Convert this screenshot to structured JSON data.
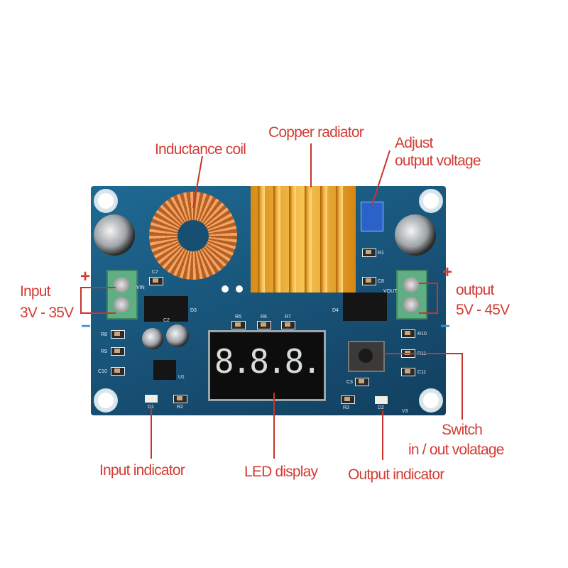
{
  "annotations": {
    "inductance_coil": "Inductance coil",
    "copper_radiator": "Copper radiator",
    "adjust_line1": "Adjust",
    "adjust_line2": "output voltage",
    "input_line1": "Input",
    "input_line2": "3V - 35V",
    "output_line1": "output",
    "output_line2": "5V - 45V",
    "switch_line1": "Switch",
    "switch_line2": "in / out volatage",
    "input_indicator": "Input indicator",
    "led_display": "LED display",
    "output_indicator": "Output indicator",
    "plus": "+",
    "minus": "−"
  },
  "board": {
    "display_digits": "8.8.8.",
    "silkscreen": {
      "vin": "VIN",
      "vout": "VOUT",
      "d3": "D3",
      "d4": "D4",
      "c7": "C7",
      "c8": "C8",
      "r5": "R5",
      "r6": "R6",
      "r7": "R7",
      "r8": "R8",
      "r9": "R9",
      "c10": "C10",
      "r10": "R10",
      "r11": "R11",
      "c11": "C11",
      "c3": "C3",
      "r3": "R3",
      "d2": "D2",
      "d1": "D1",
      "r2": "R2",
      "u1": "U1",
      "v3": "V3",
      "c2": "C2",
      "r1": "R1"
    }
  },
  "colors": {
    "annotation": "#d23c33",
    "board": "#1e6a93",
    "minus": "#3a8fd8"
  }
}
